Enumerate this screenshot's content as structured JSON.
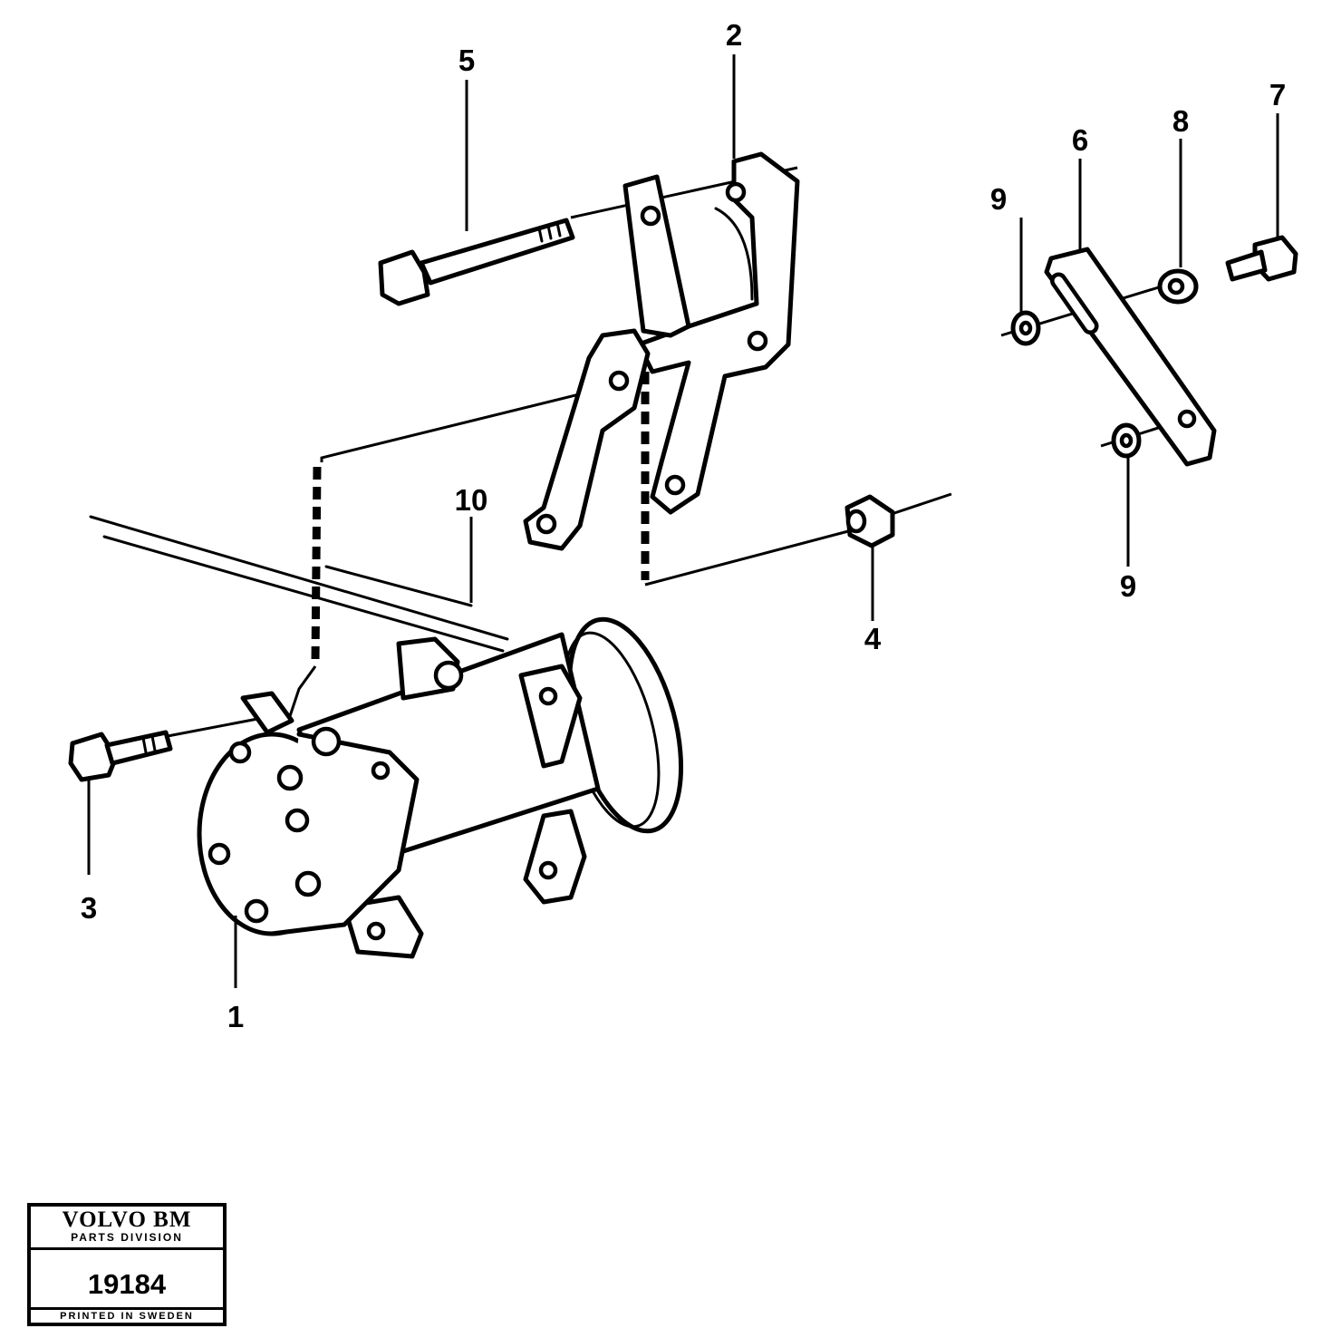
{
  "callouts": [
    {
      "id": "1",
      "text": "1"
    },
    {
      "id": "2",
      "text": "2"
    },
    {
      "id": "3",
      "text": "3"
    },
    {
      "id": "4",
      "text": "4"
    },
    {
      "id": "5",
      "text": "5"
    },
    {
      "id": "6",
      "text": "6"
    },
    {
      "id": "7",
      "text": "7"
    },
    {
      "id": "8",
      "text": "8"
    },
    {
      "id": "9a",
      "text": "9"
    },
    {
      "id": "9b",
      "text": "9"
    },
    {
      "id": "10",
      "text": "10"
    }
  ],
  "stamp": {
    "brand": "VOLVO BM",
    "division": "PARTS DIVISION",
    "number": "19184",
    "printed": "PRINTED IN SWEDEN"
  }
}
